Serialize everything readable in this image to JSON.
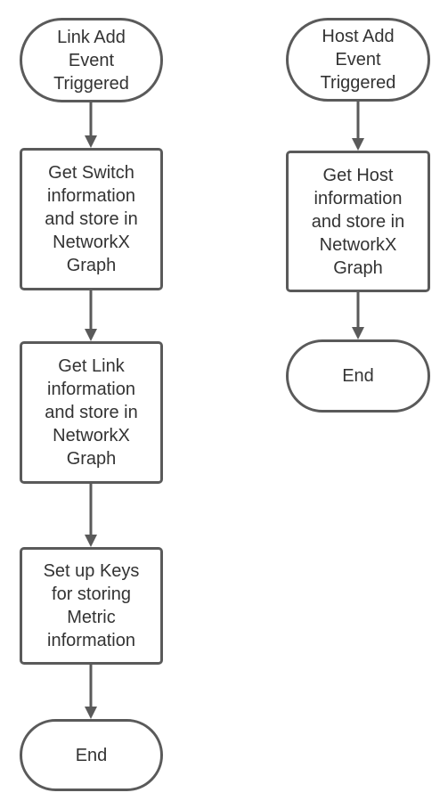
{
  "flowchart": {
    "link_flow": {
      "start": "Link Add\nEvent\nTriggered",
      "step1": "Get Switch\ninformation\nand store in\nNetworkX\nGraph",
      "step2": "Get Link\ninformation\nand store in\nNetworkX\nGraph",
      "step3": "Set up Keys\nfor storing\nMetric\ninformation",
      "end": "End"
    },
    "host_flow": {
      "start": "Host Add\nEvent\nTriggered",
      "step1": "Get Host\ninformation\nand store in\nNetworkX\nGraph",
      "end": "End"
    }
  },
  "colors": {
    "stroke": "#5a5a5a",
    "text": "#333333",
    "background": "#ffffff"
  }
}
